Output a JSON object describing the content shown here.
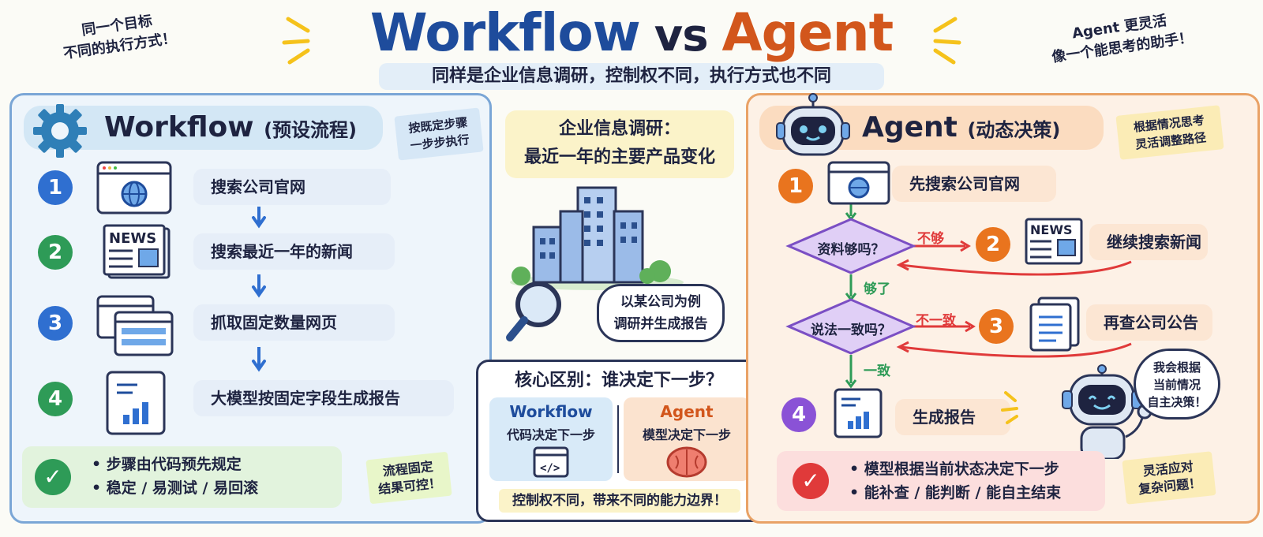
{
  "header": {
    "title_workflow": "Workflow",
    "title_vs": "vs",
    "title_agent": "Agent",
    "subtitle": "同样是企业信息调研，控制权不同，执行方式也不同",
    "note_left": [
      "同一个目标",
      "不同的执行方式！"
    ],
    "note_right": [
      "Agent 更灵活",
      "像一个能思考的助手！"
    ]
  },
  "workflow": {
    "heading": "Workflow",
    "heading_sub": "(预设流程)",
    "sticky": [
      "按既定步骤",
      "一步步执行"
    ],
    "steps": [
      {
        "num": "1",
        "label": "搜索公司官网",
        "icon": "browser-globe-icon"
      },
      {
        "num": "2",
        "label": "搜索最近一年的新闻",
        "icon": "news-icon"
      },
      {
        "num": "3",
        "label": "抓取固定数量网页",
        "icon": "webpages-icon"
      },
      {
        "num": "4",
        "label": "大模型按固定字段生成报告",
        "icon": "report-chart-icon"
      }
    ],
    "benefits": [
      "• 步骤由代码预先规定",
      "• 稳定 / 易测试 / 易回滚"
    ],
    "sticky_bottom": [
      "流程固定",
      "结果可控！"
    ]
  },
  "center": {
    "task_title": [
      "企业信息调研：",
      "最近一年的主要产品变化"
    ],
    "bubble": [
      "以某公司为例",
      "调研并生成报告"
    ],
    "core_title": "核心区别：谁决定下一步？",
    "wf_label": "Workflow",
    "wf_desc": "代码决定下一步",
    "ag_label": "Agent",
    "ag_desc": "模型决定下一步",
    "footer": "控制权不同，带来不同的能力边界！"
  },
  "agent": {
    "heading": "Agent",
    "heading_sub": "(动态决策)",
    "sticky": [
      "根据情况思考",
      "灵活调整路径"
    ],
    "step1_num": "1",
    "step1_label": "先搜索公司官网",
    "q1": "资料够吗？",
    "q1_no": "不够",
    "q1_yes": "够了",
    "step2_num": "2",
    "step2_label": "继续搜索新闻",
    "q2": "说法一致吗？",
    "q2_no": "不一致",
    "q2_yes": "一致",
    "step3_num": "3",
    "step3_label": "再查公司公告",
    "step4_num": "4",
    "step4_label": "生成报告",
    "robot_bubble": [
      "我会根据",
      "当前情况",
      "自主决策！"
    ],
    "benefits": [
      "• 模型根据当前状态决定下一步",
      "• 能补查 / 能判断 / 能自主结束"
    ],
    "sticky_bottom": [
      "灵活应对",
      "复杂问题！"
    ]
  },
  "colors": {
    "blue": "#2f6fd0",
    "green": "#2e9b57",
    "orange": "#e9741e",
    "purple": "#8a52d6",
    "red": "#e03a3a"
  }
}
